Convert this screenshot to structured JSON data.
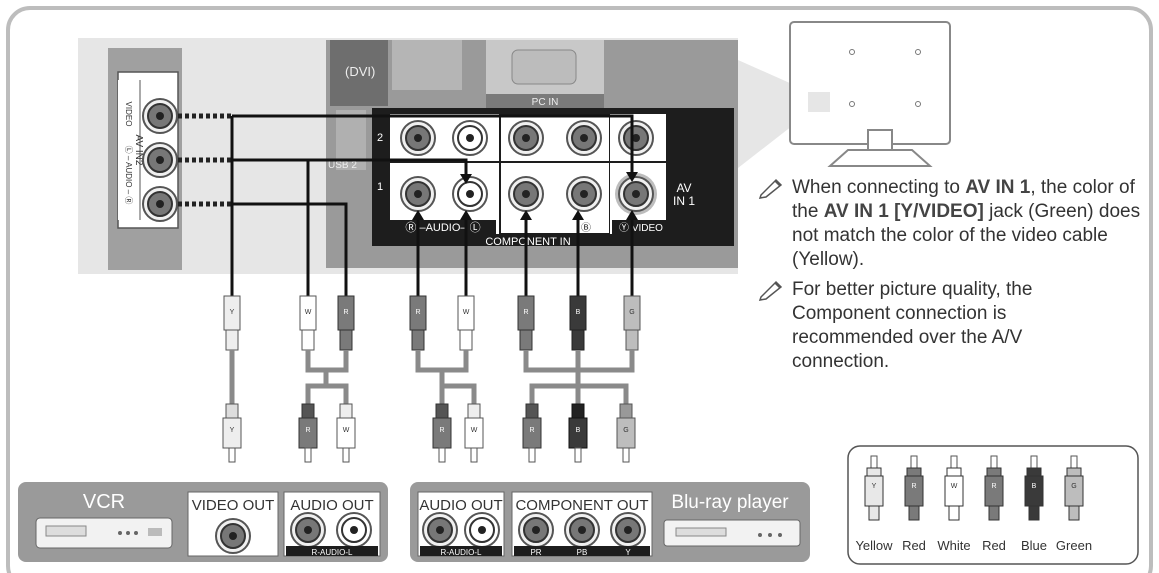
{
  "tv_panel": {
    "dvi_label": "(DVI)",
    "pc_in_label": "PC IN",
    "usb_label": "USB 2",
    "av_in2_label": "AV IN2",
    "av_in2_video": "VIDEO",
    "av_in2_audio": "Ⓛ – AUDIO – Ⓡ",
    "row2_label": "2",
    "row1_label": "1",
    "av_in1_label_line1": "AV",
    "av_in1_label_line2": "IN 1",
    "audio_strip_label": "Ⓡ –AUDIO– Ⓛ",
    "component_in_label": "COMPONENT IN",
    "pb_label": "Ⓑ",
    "y_video_label": "Ⓨ VIDEO"
  },
  "plug_tags": {
    "video": "Y",
    "white": "W",
    "red": "R",
    "blue": "B",
    "green": "G"
  },
  "devices": {
    "vcr": {
      "name": "VCR",
      "video_out": "VIDEO OUT",
      "audio_out": "AUDIO OUT",
      "audio_caption": "R-AUDIO-L"
    },
    "bluray": {
      "name": "Blu-ray player",
      "audio_out": "AUDIO OUT",
      "audio_caption": "R-AUDIO-L",
      "component_out": "COMPONENT OUT",
      "pr": "PR",
      "pb": "PB",
      "y": "Y"
    }
  },
  "notes": [
    {
      "t1": "When connecting to ",
      "b1": "AV IN 1",
      "t2": ", the color of the ",
      "b2": "AV IN 1 [Y/VIDEO]",
      "t3": " jack (Green) does not match the color of the video cable (Yellow)."
    },
    {
      "t1": "For better picture quality, the Component connection is  recommended over the A/V connection."
    }
  ],
  "legend": [
    {
      "tag": "Y",
      "label": "Yellow",
      "color": "#e8e8e8"
    },
    {
      "tag": "R",
      "label": "Red",
      "color": "#7a7a7a"
    },
    {
      "tag": "W",
      "label": "White",
      "color": "#ffffff"
    },
    {
      "tag": "R",
      "label": "Red",
      "color": "#7a7a7a"
    },
    {
      "tag": "B",
      "label": "Blue",
      "color": "#3a3a3a"
    },
    {
      "tag": "G",
      "label": "Green",
      "color": "#bdbdbd"
    }
  ]
}
